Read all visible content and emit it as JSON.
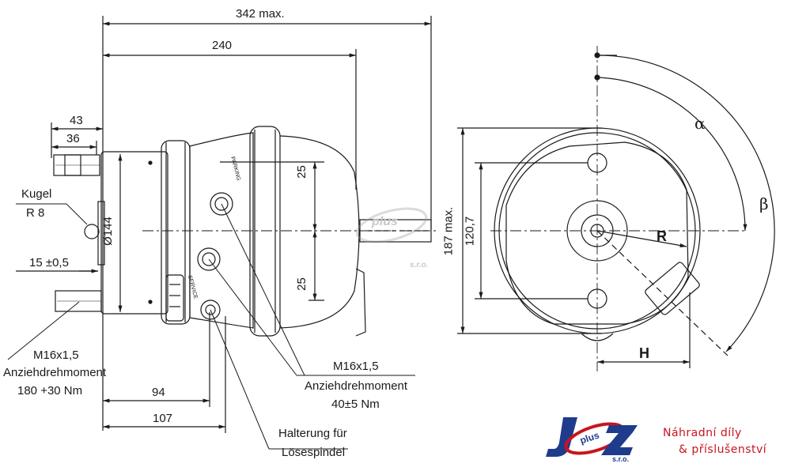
{
  "drawing": {
    "dim_342": "342 max.",
    "dim_240": "240",
    "dim_43": "43",
    "dim_36": "36",
    "label_kugel_1": "Kugel",
    "label_kugel_2": "R 8",
    "dim_15": "15 ±0,5",
    "dim_144": "Ø144",
    "dim_25_top": "25",
    "dim_25_bottom": "25",
    "label_m16_left_1": "M16x1,5",
    "label_m16_left_2": "Anziehdrehmoment",
    "label_m16_left_3": "180 +30 Nm",
    "label_m16_right_1": "M16x1,5",
    "label_m16_right_2": "Anziehdrehmoment",
    "label_m16_right_3": "40±5 Nm",
    "dim_94": "94",
    "dim_107": "107",
    "label_halterung_1": "Halterung für",
    "label_halterung_2": "Lösespindel",
    "dim_187": "187 max.",
    "dim_120": "120,7",
    "label_R": "R",
    "label_alpha": "α",
    "label_beta": "β",
    "label_H": "H",
    "body_text_parking": "PARKING",
    "body_text_service": "SERVICE"
  },
  "brand": {
    "logo_main": "J Z",
    "logo_plus": "plus",
    "logo_sro": "s.r.o.",
    "tagline_1": "Náhradní díly",
    "tagline_2": "& příslušenství",
    "accent": "#c8141e",
    "logo_blue": "#1f3c8c"
  }
}
